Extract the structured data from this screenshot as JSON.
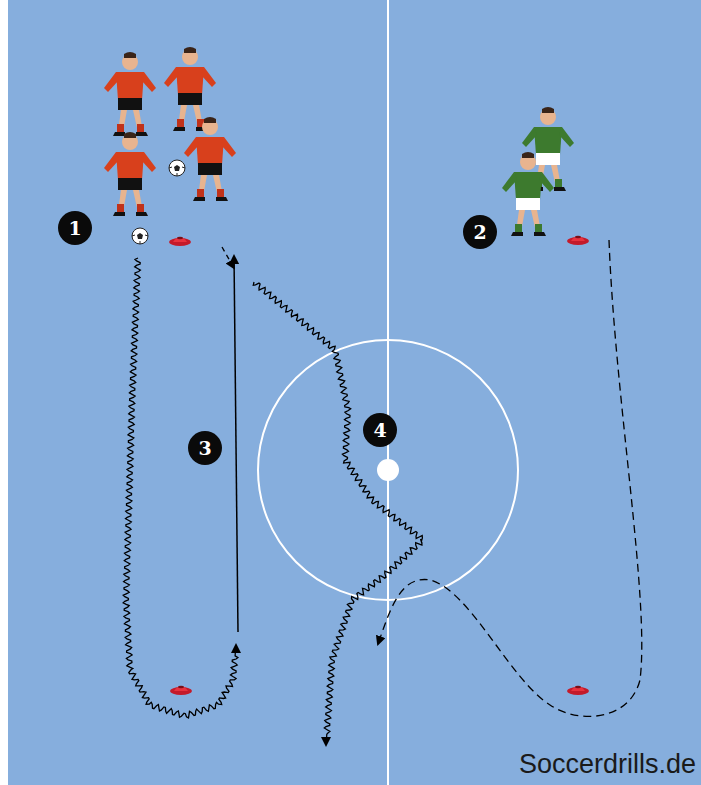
{
  "diagram": {
    "labels": [
      "1",
      "2",
      "3",
      "4",
      "Soccerdrills.de"
    ]
  }
}
